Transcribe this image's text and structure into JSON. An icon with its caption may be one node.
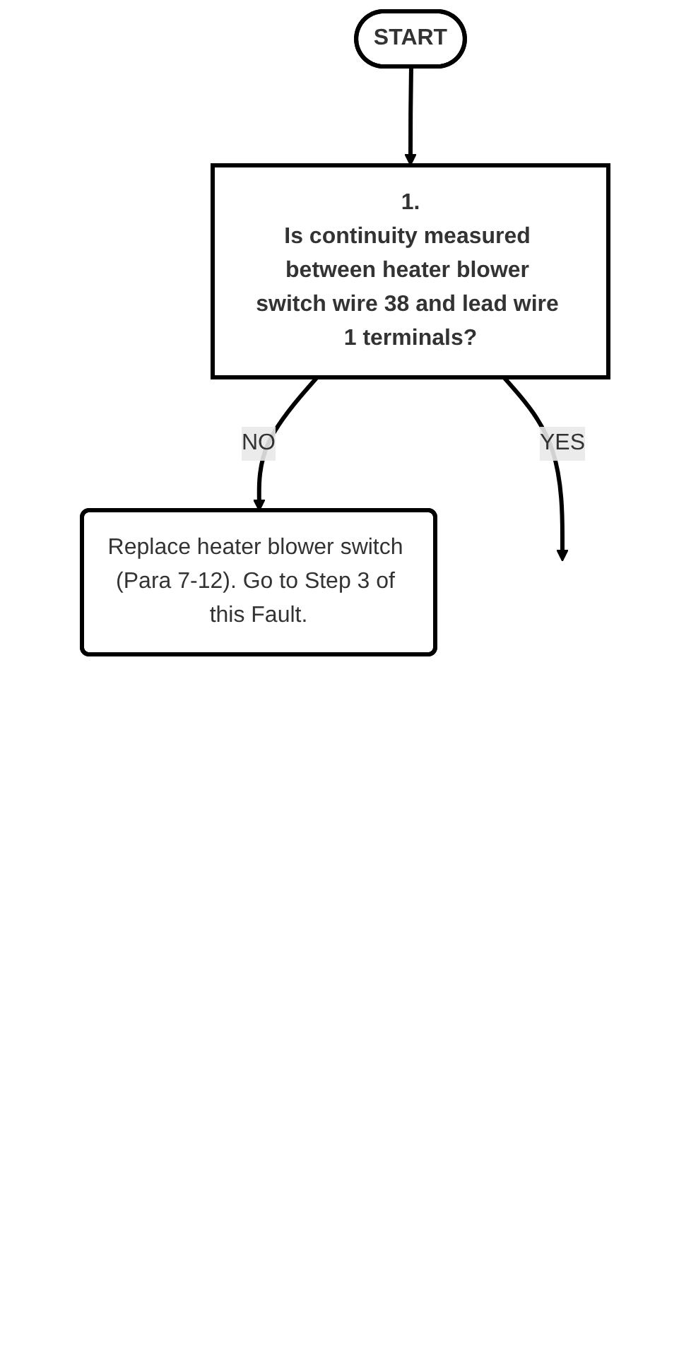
{
  "diagram": {
    "nodes": [
      {
        "text": [
          "START"
        ]
      },
      {
        "text": [
          "1.",
          "Is continuity measured between heater blower switch wire 38 and lead wire 1 terminals?"
        ]
      },
      {
        "text": [
          "Replace heater blower switch (Para 7-12). Go to Step 3 of this Fault."
        ]
      }
    ],
    "edges": [
      {
        "from": 0,
        "to": 1,
        "arrow": "to"
      },
      {
        "from": 1,
        "to": 2,
        "arrow": "to",
        "label": "NO"
      },
      {
        "from": 1,
        "to": null,
        "arrow": "to",
        "label": "YES"
      }
    ]
  }
}
